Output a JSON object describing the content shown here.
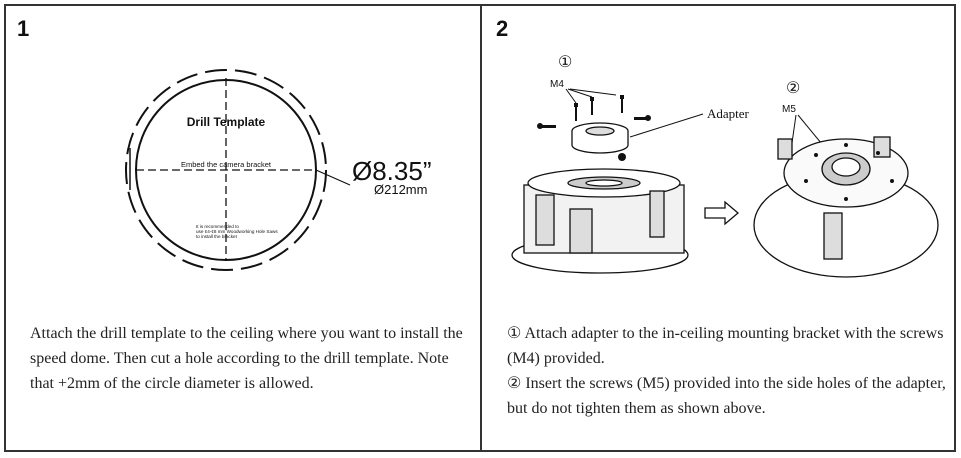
{
  "steps": [
    {
      "number": "1",
      "template": {
        "title": "Drill Template",
        "center_label": "Embed the camera bracket",
        "note_lines": [
          "It is recommended to",
          "use ¢4-¢8 mm Woodworking Hole Saws",
          "to install the bracket"
        ],
        "diameter_in": "Ø8.35”",
        "diameter_mm": "Ø212mm"
      },
      "text": "Attach the drill template to the ceiling where you want to install the speed dome. Then cut a hole according to the drill template. Note that +2mm of the circle diameter is allowed."
    },
    {
      "number": "2",
      "callout_1": "①",
      "callout_2": "②",
      "m4": "M4",
      "m5": "M5",
      "adapter": "Adapter",
      "text_line_1": "① Attach adapter to the in-ceiling mounting bracket with the screws (M4) provided.",
      "text_line_2": "② Insert the screws (M5) provided into the side holes of the adapter, but do not tighten them as shown above."
    }
  ]
}
